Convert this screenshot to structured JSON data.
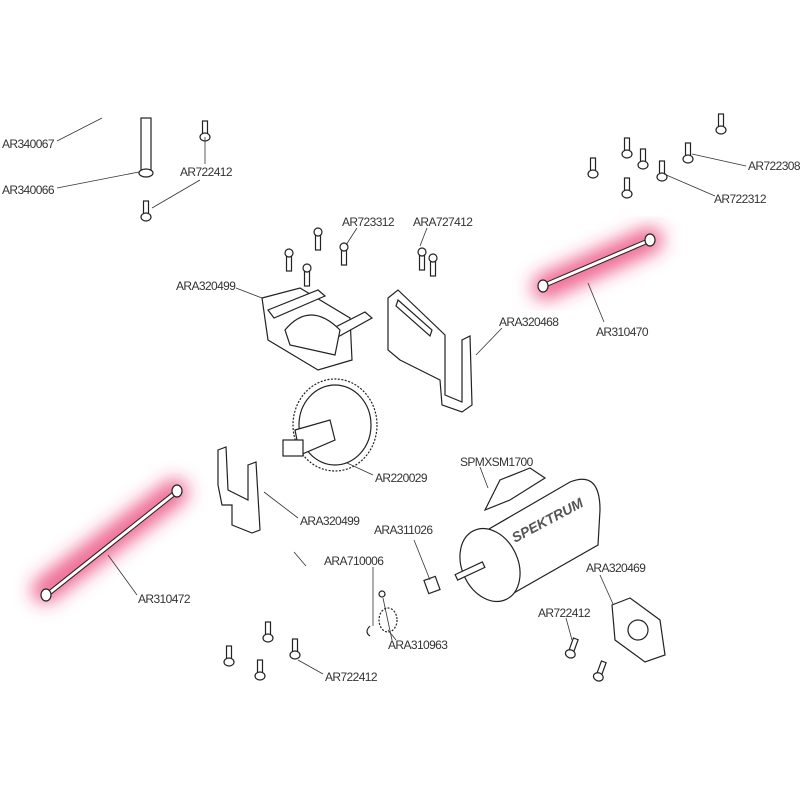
{
  "labels": {
    "ar340067": "AR340067",
    "ar340066": "AR340066",
    "ar722412_top": "AR722412",
    "ar723312": "AR723312",
    "ara727412": "ARA727412",
    "ar722308": "AR722308",
    "ar722312": "AR722312",
    "ara320499_top": "ARA320499",
    "ara320468": "ARA320468",
    "ar310470": "AR310470",
    "ar220029": "AR220029",
    "spmxsm1700": "SPMXSM1700",
    "ara320499_mid": "ARA320499",
    "ara311026": "ARA311026",
    "ara710006": "ARA710006",
    "ara320469": "ARA320469",
    "ar310472": "AR310472",
    "ar722412_right": "AR722412",
    "ara310963": "ARA310963",
    "ar722412_bottom": "AR722412"
  },
  "motor_logo": "SPEKTRUM",
  "colors": {
    "highlight": "#e8336e",
    "line": "#222222"
  }
}
